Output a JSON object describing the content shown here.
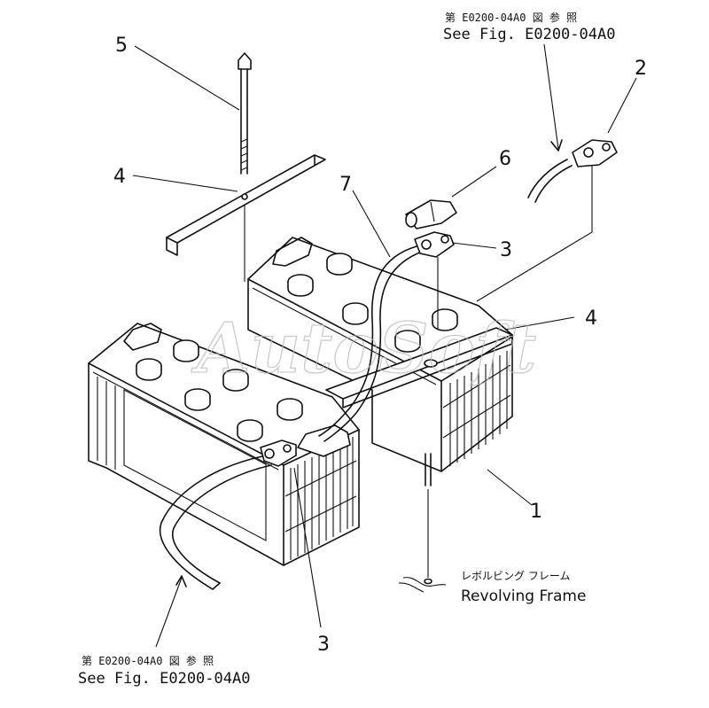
{
  "diagram": {
    "callouts": [
      "1",
      "2",
      "3",
      "3",
      "4",
      "4",
      "5",
      "6",
      "7"
    ],
    "references": {
      "top": {
        "jp": "第 E0200-04A0 図 参 照",
        "en": "See Fig. E0200-04A0"
      },
      "bottom": {
        "jp": "第 E0200-04A0 図 参 照",
        "en": "See Fig. E0200-04A0"
      }
    },
    "frame_label": {
      "jp": "レボルビング フレーム",
      "en": "Revolving Frame"
    },
    "watermark": "AutoSoft"
  }
}
